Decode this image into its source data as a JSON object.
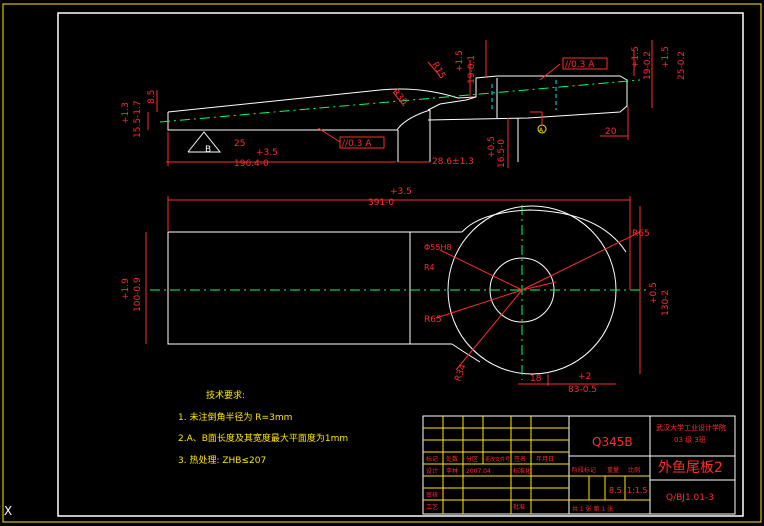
{
  "drawing": {
    "title_part_name": "外鱼尾板2",
    "material": "Q345B",
    "school": "武汉大学工业设计学院",
    "school_sub": "03 级 3班",
    "drawing_no": "Q/BJ1.01-3",
    "scale_label": "比例",
    "scale": "1:1.5",
    "weight": "8.5",
    "sheet": "共 1 张 第 1 张",
    "designer_label": "设计",
    "designer": "李林",
    "date": "2007.04",
    "std_label": "标准化",
    "review_label": "审核",
    "craft_label": "工艺",
    "approve_label": "批准",
    "stage_label": "阶段标记",
    "weight_label": "重量",
    "mark_cells": [
      "标记",
      "处数",
      "分区",
      "更改文件号",
      "签名",
      "年月日"
    ]
  },
  "tech": {
    "heading": "技术要求:",
    "items": [
      "1. 未注倒角半径为 R=3mm",
      "2.A、B面长度及其宽度最大平面度为1mm",
      "3. 热处理: ZHB≤207"
    ]
  },
  "dims_top": {
    "d1": "+1.5",
    "d1b": "19-0.1",
    "d2": "+1.5",
    "d2b": "19-0.2",
    "d3": "+1.5",
    "d3b": "25-0.2",
    "flat1": "//0.3 A",
    "flat2": "//0.3 A",
    "left_tol": "+1.3",
    "left_val": "15.5-1.7",
    "h85": "8.5",
    "len": "+3.5",
    "len_val": "196.4-0",
    "w28": "28.6±1.3",
    "w165": "+0.5",
    "w165b": "16.5-0",
    "r20": "20",
    "ang25": "25",
    "b_label": "B",
    "a_label": "A",
    "r15": "R15",
    "r30": "R30"
  },
  "dims_bottom": {
    "total_tol": "+3.5",
    "total": "391-0",
    "left_h_tol": "+1.9",
    "left_h": "100-0.9",
    "right_h_tol": "+0.5",
    "right_h": "130-2",
    "r65_a": "R65",
    "r65_b": "R65",
    "phi55": "Φ55H8",
    "r4": "R4",
    "r34": "R34",
    "d18": "18",
    "d83_tol": "+2",
    "d83": "83-0.5"
  },
  "cursor_label": "X"
}
